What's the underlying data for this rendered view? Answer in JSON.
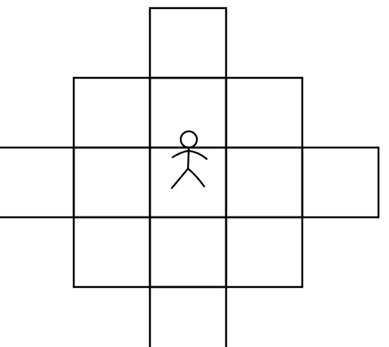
{
  "diagram": {
    "shape": "diamond grid of squares",
    "rows": [
      {
        "row": 0,
        "cells": [
          {
            "col": 0
          }
        ]
      },
      {
        "row": 1,
        "cells": [
          {
            "col": -1
          },
          {
            "col": 0
          },
          {
            "col": 1
          }
        ]
      },
      {
        "row": 2,
        "cells": [
          {
            "col": -2
          },
          {
            "col": -1
          },
          {
            "col": 0,
            "occupant": "stick-figure"
          },
          {
            "col": 1
          },
          {
            "col": 2
          }
        ]
      },
      {
        "row": 3,
        "cells": [
          {
            "col": -1
          },
          {
            "col": 0
          },
          {
            "col": 1
          }
        ]
      },
      {
        "row": 4,
        "cells": [
          {
            "col": 0
          }
        ]
      }
    ],
    "line_color": "#000000",
    "background_color": "#ffffff",
    "figure_icon": "stick-figure-icon"
  }
}
